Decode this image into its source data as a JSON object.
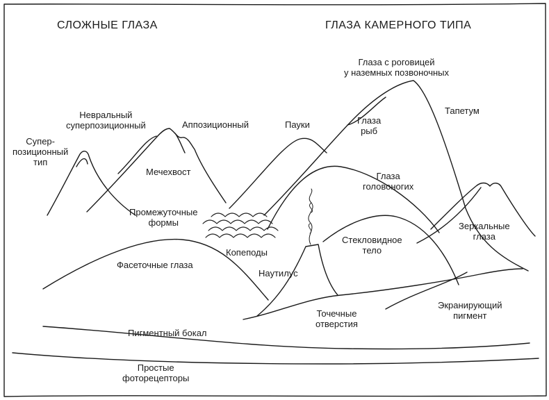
{
  "headings": {
    "compound": "СЛОЖНЫЕ ГЛАЗА",
    "camera": "ГЛАЗА КАМЕРНОГО ТИПА"
  },
  "labels": {
    "cornea_land": "Глаза с роговицей\nу наземных позвоночных",
    "tapetum": "Тапетум",
    "neural_superpos": "Невральный\nсуперпозиционный",
    "apposition": "Аппозиционный",
    "spiders": "Пауки",
    "fish_eyes": "Глаза\nрыб",
    "superpos_type": "Супер-\nпозиционный\nтип",
    "horseshoe_crab": "Мечехвост",
    "cephalopod_eyes": "Глаза\nголовоногих",
    "intermediate": "Промежуточные\nформы",
    "mirror_eyes": "Зеркальные\nглаза",
    "vitreous": "Стекловидное\nтело",
    "copepods": "Копеподы",
    "facet_eyes": "Фасеточные глаза",
    "nautilus": "Наутилус",
    "screening_pigment": "Экранирующий\nпигмент",
    "pinholes": "Точечные\nотверстия",
    "pigment_cup": "Пигментный бокал",
    "simple_photoreceptors": "Простые\nфоторецепторы"
  },
  "colors": {
    "ink": "#1a1a1a",
    "paper": "#ffffff"
  }
}
